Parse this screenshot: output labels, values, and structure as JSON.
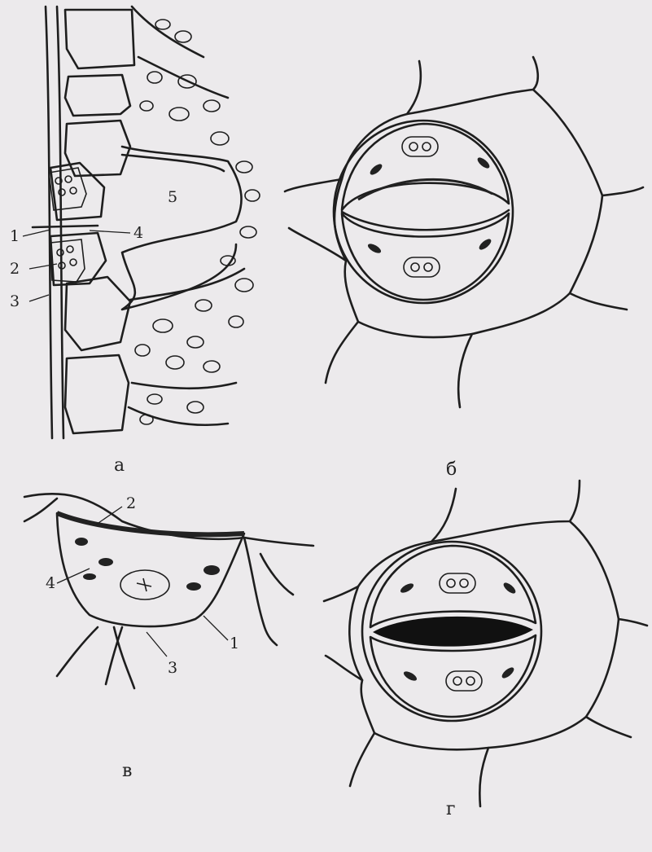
{
  "figure": {
    "panels": [
      {
        "id": "a",
        "caption": "а"
      },
      {
        "id": "b",
        "caption": "б"
      },
      {
        "id": "v",
        "caption": "в"
      },
      {
        "id": "g",
        "caption": "г"
      }
    ],
    "panel_a_labels": [
      "1",
      "2",
      "3",
      "4",
      "5"
    ],
    "panel_v_labels": [
      "1",
      "2",
      "3",
      "4"
    ]
  }
}
